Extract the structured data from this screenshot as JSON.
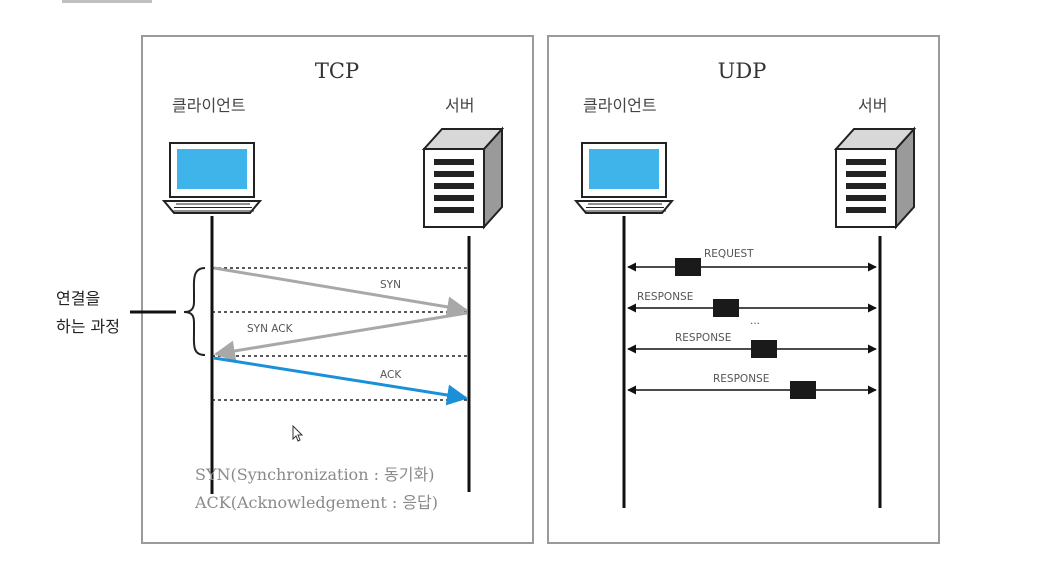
{
  "tcp": {
    "title": "TCP",
    "client_label": "클라이언트",
    "server_label": "서버",
    "messages": {
      "syn": "SYN",
      "syn_ack": "SYN ACK",
      "ack": "ACK"
    },
    "side_label": {
      "line1": "연결을",
      "line2": "하는 과정"
    },
    "notes": {
      "syn": "SYN(Synchronization : 동기화)",
      "ack": "ACK(Acknowledgement : 응답)"
    }
  },
  "udp": {
    "title": "UDP",
    "client_label": "클라이언트",
    "server_label": "서버",
    "messages": {
      "request": "REQUEST",
      "response1": "RESPONSE",
      "ellipsis": "...",
      "response2": "RESPONSE",
      "response3": "RESPONSE"
    }
  },
  "colors": {
    "screen": "#3fb4ea",
    "tcp_gray_arrow": "#a8a8a8",
    "tcp_ack_arrow": "#1a90d8",
    "panel_border": "#9a9a9a"
  }
}
